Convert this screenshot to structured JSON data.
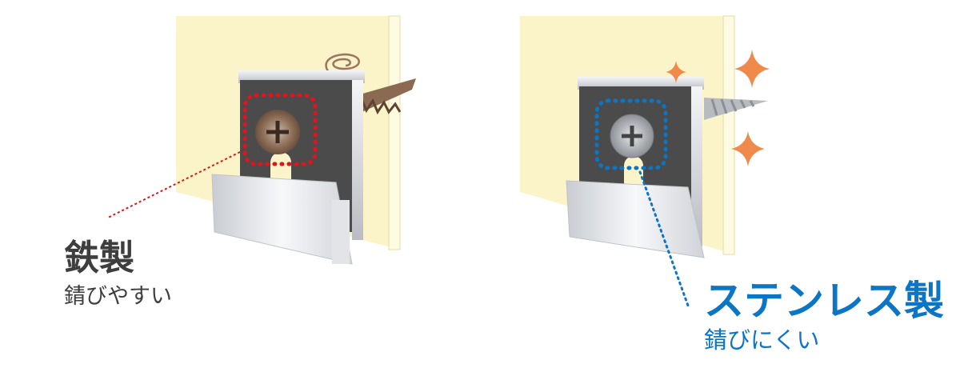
{
  "iron": {
    "title": "鉄製",
    "subtitle": "錆びやすい",
    "highlight_color": "#e0141c"
  },
  "stainless": {
    "title": "ステンレス製",
    "subtitle": "錆びにくい",
    "highlight_color": "#0b75c6",
    "sparkle_color": "#f08a4b"
  },
  "colors": {
    "wall": "#fbf4c8",
    "plate": "#4b4b4b",
    "rust": "#8a5a3a"
  }
}
